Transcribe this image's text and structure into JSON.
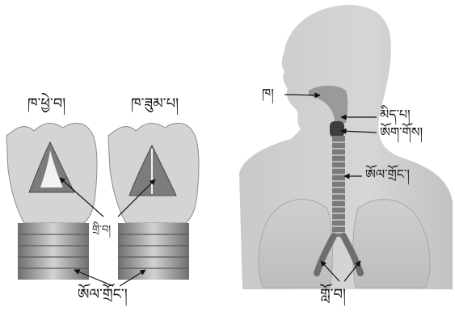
{
  "left_panel": {
    "open_label": "ཁ་ཕྱེ་བ།",
    "closed_label": "ཁ་ཟུམ་པ།",
    "vocal_cords_label": "གྲི་བ།",
    "trachea_label": "ཨོལ་གྲོང་།"
  },
  "right_panel": {
    "mouth_label": "ཁ།",
    "throat_label": "མིད་པ།",
    "larynx_label": "ཨོག་གོས།",
    "trachea_label": "ཨོལ་གྲོང་།",
    "lungs_label": "གློ་བ།"
  }
}
